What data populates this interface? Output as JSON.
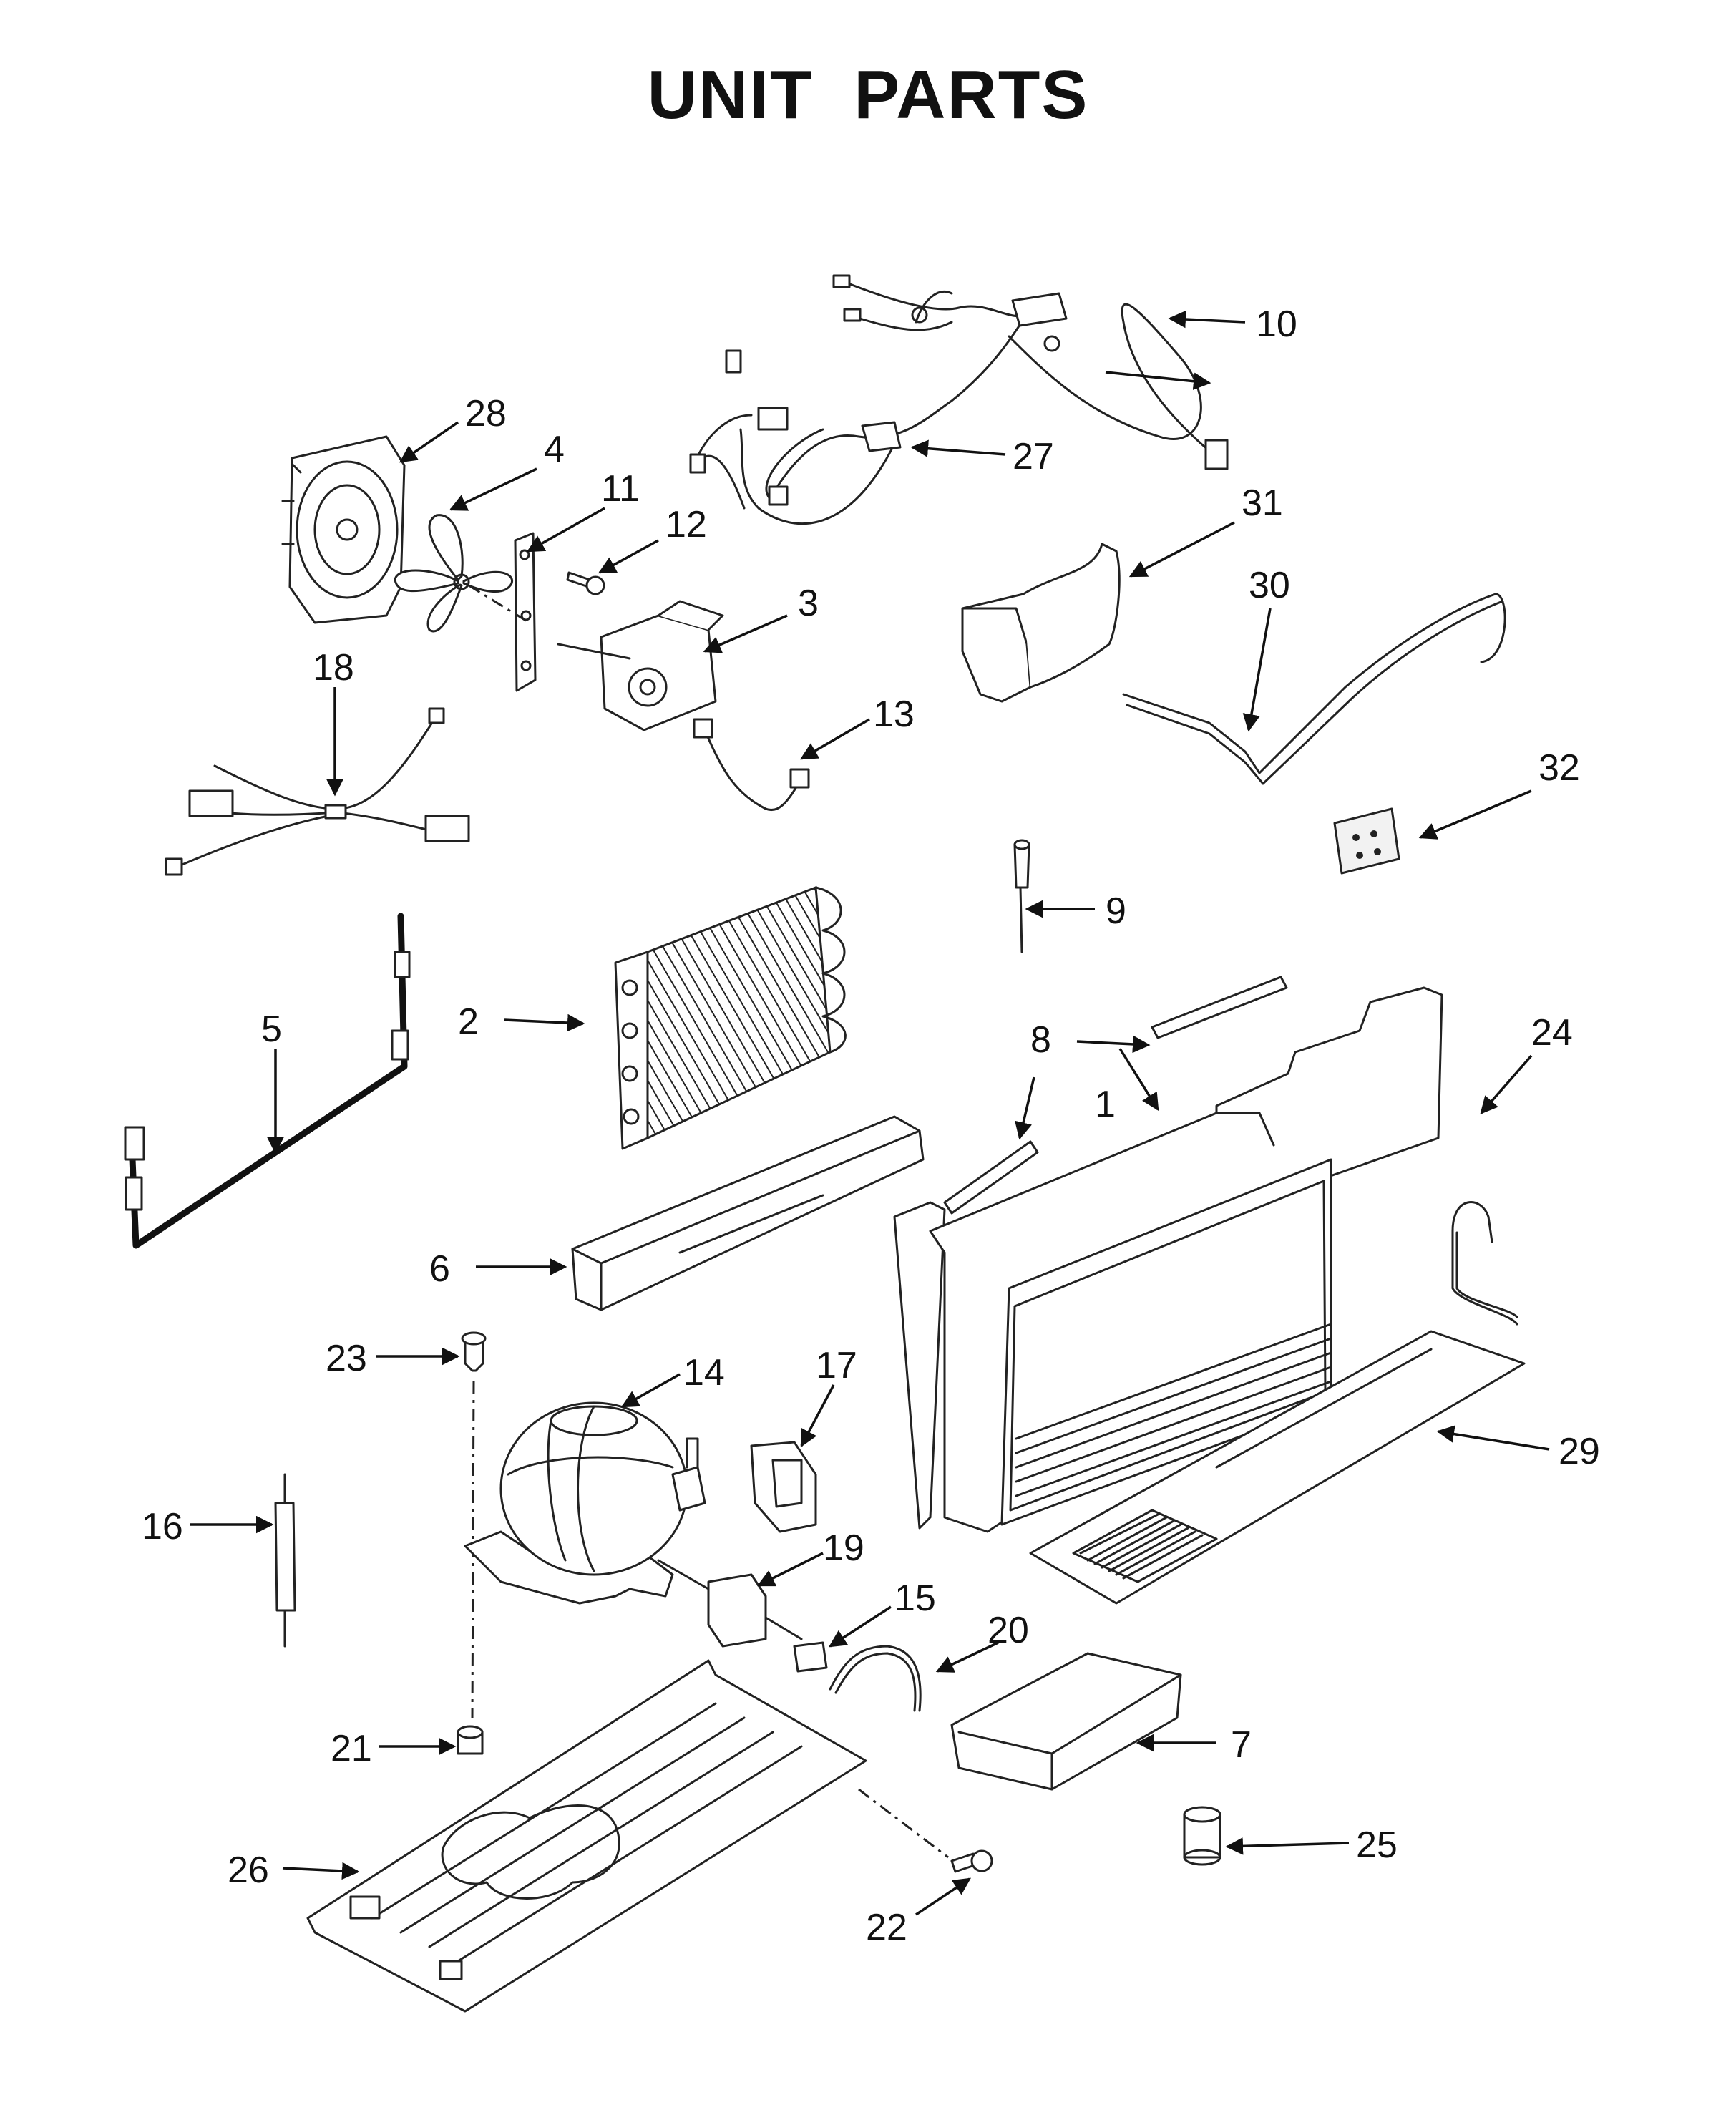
{
  "title": "UNIT PARTS",
  "callouts": [
    "1",
    "2",
    "3",
    "4",
    "5",
    "6",
    "7",
    "8",
    "9",
    "10",
    "11",
    "12",
    "13",
    "14",
    "15",
    "16",
    "17",
    "18",
    "19",
    "20",
    "21",
    "22",
    "23",
    "24",
    "25",
    "26",
    "27",
    "28",
    "29",
    "30",
    "31",
    "32"
  ]
}
